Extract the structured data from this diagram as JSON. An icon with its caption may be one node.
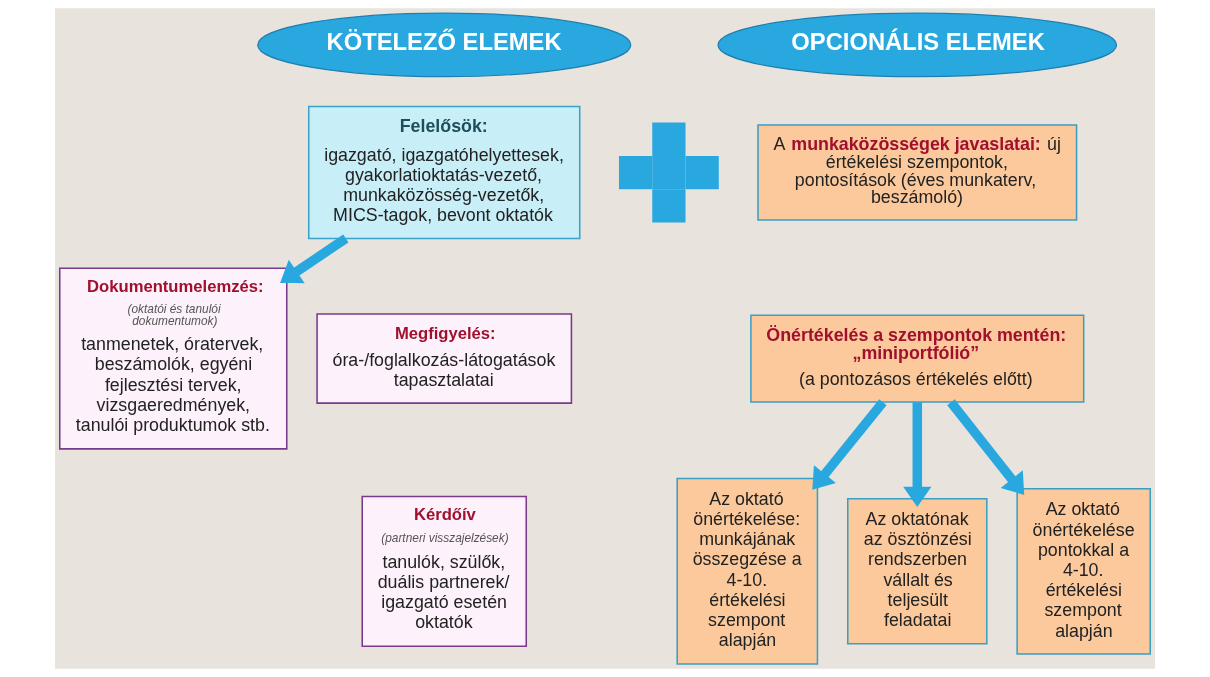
{
  "diagram": {
    "nodes": [
      {
        "text": [
          "KÖTELEZŐ ELEMEK"
        ]
      },
      {
        "text": [
          "OPCIONÁLIS ELEMEK"
        ]
      },
      {
        "text": [
          "Felelősök:",
          "igazgató, igazgatóhelyettesek, gyakorlatioktatás-vezető, munkaközösség-vezetők, MICS-tagok, bevont oktatók"
        ]
      },
      {
        "text": [
          "Dokumentumelemzés:",
          "(oktatói és tanulói dokumentumok)",
          "tanmenetek, óratervek, beszámolók, egyéni fejlesztési tervek, vizsgaeredmények, tanulói produktumok stb."
        ]
      },
      {
        "text": [
          "Megfigyelés:",
          "óra-/foglalkozás-látogatások tapasztalatai"
        ]
      },
      {
        "text": [
          "Kérdőív",
          "(partneri visszajelzések)",
          "tanulók, szülők, duális partnerek/ igazgató esetén oktatók"
        ]
      },
      {
        "text": [],
        "shape": "cross"
      },
      {
        "text": [
          "A **munkaközösségek javaslatai:** új értékelési szempontok, pontosítások (éves munkaterv, beszámoló)"
        ]
      },
      {
        "text": [
          "Önértékelés a szempontok mentén: „miniportfólió”",
          "(a pontozásos értékelés előtt)"
        ]
      },
      {
        "text": [
          "Az oktató önértékelése: munkájának összegzése a 4-10. értékelési szempont alapján"
        ]
      },
      {
        "text": [
          "Az oktatónak az ösztönzési rendszerben vállalt és teljesült feladatai"
        ]
      },
      {
        "text": [
          "Az oktató önértékelése pontokkal a 4-10. értékelési szempont alapján"
        ]
      }
    ],
    "edges": [
      {
        "from": 2,
        "to": 3,
        "arrow": "to"
      },
      {
        "from": 8,
        "to": 9,
        "arrow": "to"
      },
      {
        "from": 8,
        "to": 10,
        "arrow": "to"
      },
      {
        "from": 8,
        "to": 11,
        "arrow": "to"
      }
    ]
  }
}
